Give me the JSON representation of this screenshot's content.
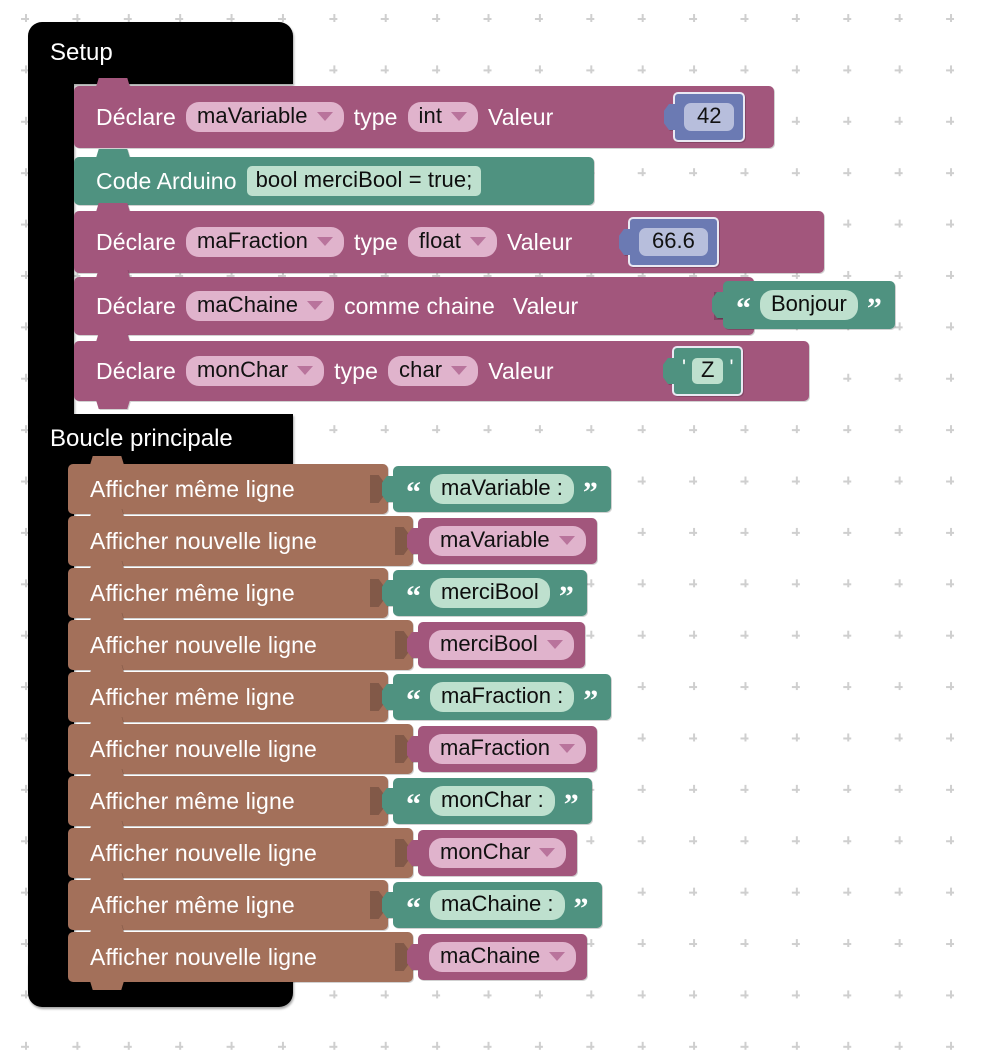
{
  "workspace": {
    "background": "#ffffff",
    "grid_color": "#cfcfcf",
    "grid_icon": "plus-grid-marker"
  },
  "colors": {
    "event_block": "#000000",
    "declare_block": "#A2567C",
    "print_block": "#A3705A",
    "text_block": "#4F9280",
    "arduino_block": "#4F9280",
    "number_block": "#6B7AB3",
    "field_on_declare": "#E0B3CC",
    "field_on_text": "#BEE0CE",
    "field_on_number": "#B7BEDC"
  },
  "setup": {
    "title": "Setup",
    "blocks": [
      {
        "kind": "declare",
        "label_declare": "Déclare",
        "variable": "maVariable",
        "label_type": "type",
        "type": "int",
        "label_value": "Valeur",
        "value_kind": "number",
        "value": "42"
      },
      {
        "kind": "arduino",
        "label": "Code Arduino",
        "code": "bool merciBool = true;"
      },
      {
        "kind": "declare",
        "label_declare": "Déclare",
        "variable": "maFraction",
        "label_type": "type",
        "type": "float",
        "label_value": "Valeur",
        "value_kind": "number",
        "value": "66.6"
      },
      {
        "kind": "declare_string",
        "label_declare": "Déclare",
        "variable": "maChaine",
        "label_type": "comme chaine",
        "label_value": "Valeur",
        "value_kind": "text",
        "value": "Bonjour",
        "quote_open": "“",
        "quote_close": "”"
      },
      {
        "kind": "declare",
        "label_declare": "Déclare",
        "variable": "monChar",
        "label_type": "type",
        "type": "char",
        "label_value": "Valeur",
        "value_kind": "char",
        "value": "Z",
        "quote_open": "'",
        "quote_close": "'"
      }
    ]
  },
  "loop": {
    "title": "Boucle principale",
    "labels": {
      "same_line": "Afficher même ligne",
      "new_line": "Afficher nouvelle ligne"
    },
    "quote_open": "“",
    "quote_close": "”",
    "blocks": [
      {
        "print_mode": "same_line",
        "value_kind": "text",
        "value": "maVariable :"
      },
      {
        "print_mode": "new_line",
        "value_kind": "variable",
        "value": "maVariable"
      },
      {
        "print_mode": "same_line",
        "value_kind": "text",
        "value": "merciBool"
      },
      {
        "print_mode": "new_line",
        "value_kind": "variable",
        "value": "merciBool"
      },
      {
        "print_mode": "same_line",
        "value_kind": "text",
        "value": "maFraction :"
      },
      {
        "print_mode": "new_line",
        "value_kind": "variable",
        "value": "maFraction"
      },
      {
        "print_mode": "same_line",
        "value_kind": "text",
        "value": "monChar :"
      },
      {
        "print_mode": "new_line",
        "value_kind": "variable",
        "value": "monChar"
      },
      {
        "print_mode": "same_line",
        "value_kind": "text",
        "value": "maChaine :"
      },
      {
        "print_mode": "new_line",
        "value_kind": "variable",
        "value": "maChaine"
      }
    ]
  }
}
